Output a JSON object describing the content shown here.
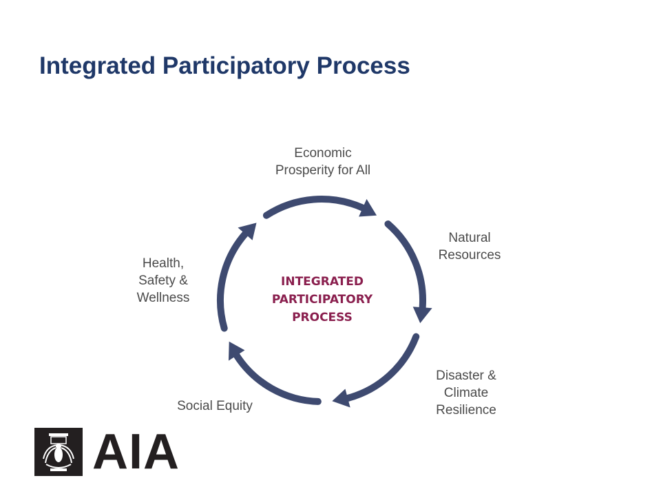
{
  "title": "Integrated Participatory Process",
  "diagram": {
    "center": [
      "INTEGRATED",
      "PARTICIPATORY",
      "PROCESS"
    ],
    "stages": [
      {
        "lines": [
          "Economic",
          "Prosperity for All"
        ]
      },
      {
        "lines": [
          "Natural",
          "Resources"
        ]
      },
      {
        "lines": [
          "Disaster &",
          "Climate",
          "Resilience"
        ]
      },
      {
        "lines": [
          "Social Equity"
        ]
      },
      {
        "lines": [
          "Health,",
          "Safety &",
          "Wellness"
        ]
      }
    ],
    "arrow_color": "#3e4a70",
    "center_color": "#8a1f4e"
  },
  "logo": {
    "text": "AIA"
  }
}
